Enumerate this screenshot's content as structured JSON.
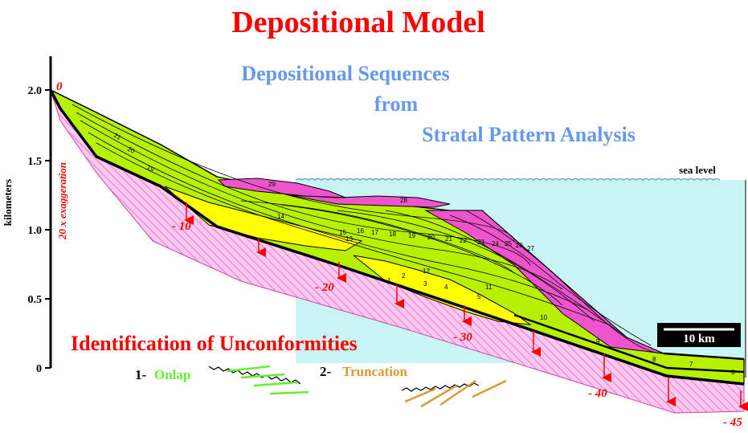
{
  "title": "Depositional Model",
  "subtitle": {
    "line1": "Depositional Sequences",
    "line2": "from",
    "line3": "Stratal Pattern Analysis"
  },
  "axis": {
    "label": "kilometers",
    "ticks": [
      "2.0",
      "1.5",
      "1.0",
      "0.5",
      "0"
    ],
    "exaggeration": "20 x exaggeration"
  },
  "sea_level_label": "sea level",
  "scale_bar_label": "10 km",
  "age_markers": [
    "0",
    "- 10",
    "- 20",
    "- 30",
    "- 40",
    "- 45"
  ],
  "unconformities": {
    "heading": "Identification of Unconformities",
    "onlap": {
      "number": "1-",
      "label": "Onlap"
    },
    "truncation": {
      "number": "2-",
      "label": "Truncation"
    }
  },
  "sequence_numbers": [
    "1",
    "2",
    "3",
    "4",
    "5",
    "6",
    "7",
    "8",
    "9",
    "10",
    "11",
    "12",
    "13",
    "14",
    "15",
    "16",
    "17",
    "18",
    "19",
    "20",
    "21",
    "22",
    "23",
    "24",
    "25",
    "26",
    "27",
    "28",
    "29"
  ],
  "colors": {
    "title": "#ff0000",
    "subtitle": "#6699ee",
    "sea": "#c8f4f4",
    "sea_line": "#6aa8e0",
    "green": "#b7f000",
    "yellow": "#ffff00",
    "magenta": "#ee55cc",
    "basement": "#ffc8f0",
    "arrow": "#ff0000",
    "onlap": "#66ee33",
    "truncation": "#dd9933"
  }
}
